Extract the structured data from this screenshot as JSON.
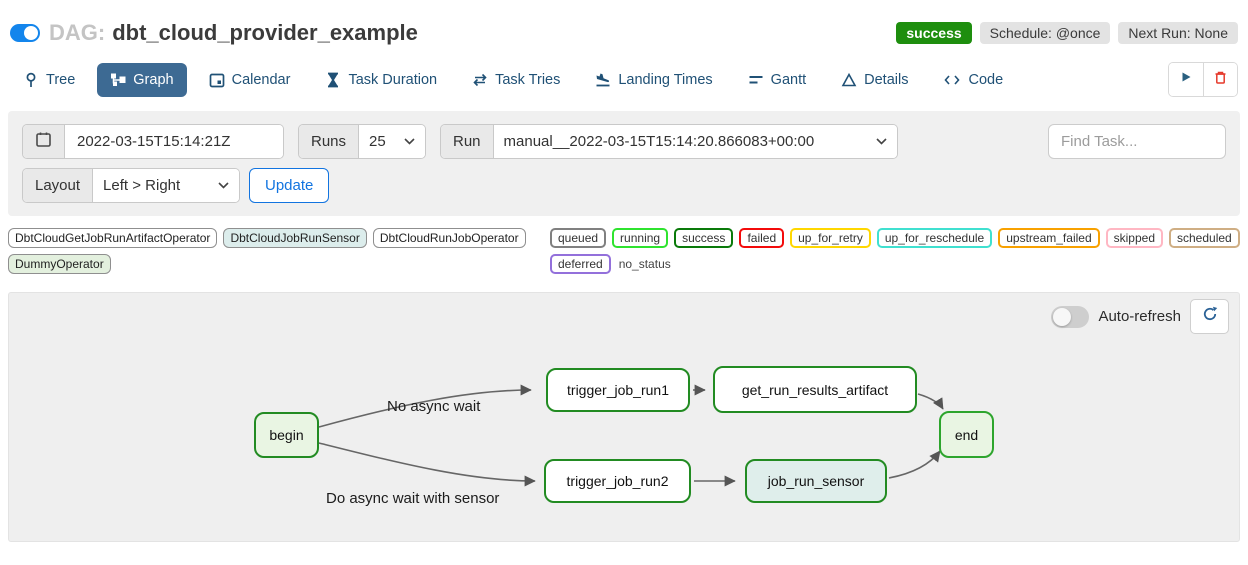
{
  "header": {
    "toggle_state": "on",
    "dag_prefix": "DAG:",
    "dag_title": "dbt_cloud_provider_example",
    "badges": {
      "status": "success",
      "schedule": "Schedule: @once",
      "next_run": "Next Run: None"
    },
    "colors": {
      "toggle_blue": "#1385ec",
      "success_green": "#1e8e0e"
    }
  },
  "tabs": [
    {
      "label": "Tree",
      "active": false
    },
    {
      "label": "Graph",
      "active": true
    },
    {
      "label": "Calendar",
      "active": false
    },
    {
      "label": "Task Duration",
      "active": false
    },
    {
      "label": "Task Tries",
      "active": false
    },
    {
      "label": "Landing Times",
      "active": false
    },
    {
      "label": "Gantt",
      "active": false
    },
    {
      "label": "Details",
      "active": false
    },
    {
      "label": "Code",
      "active": false
    }
  ],
  "tab_colors": {
    "active_bg": "#3d6a93",
    "link_text": "#205176"
  },
  "filters": {
    "date_value": "2022-03-15T15:14:21Z",
    "runs_label": "Runs",
    "runs_value": "25",
    "run_label": "Run",
    "run_value": "manual__2022-03-15T15:14:20.866083+00:00",
    "find_task_placeholder": "Find Task...",
    "layout_label": "Layout",
    "layout_value": "Left > Right",
    "update_label": "Update"
  },
  "operator_legend": [
    {
      "label": "DbtCloudGetJobRunArtifactOperator",
      "bg": "#ffffff"
    },
    {
      "label": "DbtCloudJobRunSensor",
      "bg": "#dcedec"
    },
    {
      "label": "DbtCloudRunJobOperator",
      "bg": "#ffffff"
    },
    {
      "label": "DummyOperator",
      "bg": "#e3f0de"
    }
  ],
  "status_legend": [
    {
      "label": "queued",
      "border": "#808080"
    },
    {
      "label": "running",
      "border": "#2fe32f"
    },
    {
      "label": "success",
      "border": "#0a7a0a"
    },
    {
      "label": "failed",
      "border": "#f30b0b"
    },
    {
      "label": "up_for_retry",
      "border": "#ffd700"
    },
    {
      "label": "up_for_reschedule",
      "border": "#40e0d0"
    },
    {
      "label": "upstream_failed",
      "border": "#f8a100"
    },
    {
      "label": "skipped",
      "border": "#ffb7c3"
    },
    {
      "label": "scheduled",
      "border": "#cfae84"
    },
    {
      "label": "deferred",
      "border": "#9370db"
    },
    {
      "label": "no_status",
      "border": "none"
    }
  ],
  "graph_panel": {
    "auto_refresh_label": "Auto-refresh",
    "auto_refresh_state": "off",
    "edge_labels": [
      {
        "text": "No async wait"
      },
      {
        "text": "Do async wait with sensor"
      }
    ],
    "nodes": [
      {
        "id": "begin",
        "label": "begin",
        "fill": "#e9f5e3",
        "border": "#228b22"
      },
      {
        "id": "trigger_job_run1",
        "label": "trigger_job_run1",
        "fill": "#ffffff",
        "border": "#228b22"
      },
      {
        "id": "get_run_results_artifact",
        "label": "get_run_results_artifact",
        "fill": "#ffffff",
        "border": "#228b22"
      },
      {
        "id": "trigger_job_run2",
        "label": "trigger_job_run2",
        "fill": "#ffffff",
        "border": "#228b22"
      },
      {
        "id": "job_run_sensor",
        "label": "job_run_sensor",
        "fill": "#dfeeeb",
        "border": "#228b22"
      },
      {
        "id": "end",
        "label": "end",
        "fill": "#e9f5e3",
        "border": "#2da52d"
      }
    ],
    "edges": [
      {
        "from": "begin",
        "to": "trigger_job_run1",
        "label": "No async wait"
      },
      {
        "from": "begin",
        "to": "trigger_job_run2",
        "label": "Do async wait with sensor"
      },
      {
        "from": "trigger_job_run1",
        "to": "get_run_results_artifact",
        "label": ""
      },
      {
        "from": "trigger_job_run2",
        "to": "job_run_sensor",
        "label": ""
      },
      {
        "from": "get_run_results_artifact",
        "to": "end",
        "label": ""
      },
      {
        "from": "job_run_sensor",
        "to": "end",
        "label": ""
      }
    ]
  },
  "icons": {
    "refresh-icon": "circular-arrow",
    "play-icon": "triangle-right",
    "trash-icon": "trash-outline",
    "calendar-icon": "calendar-outline",
    "chevron-down-icon": "thin-v"
  }
}
